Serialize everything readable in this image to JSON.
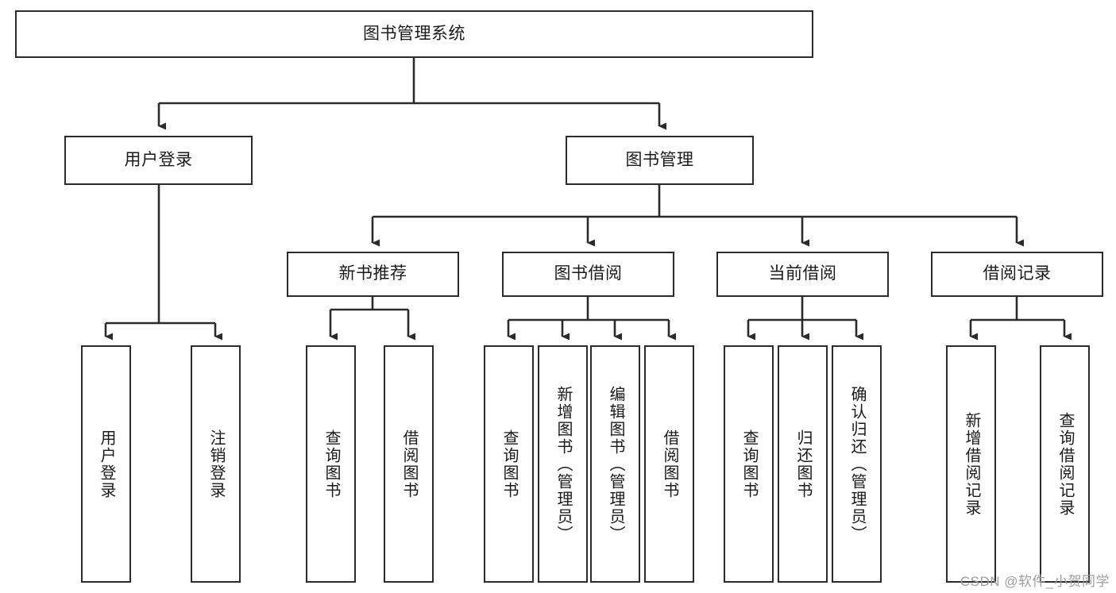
{
  "diagram": {
    "type": "tree-hierarchy",
    "title": "图书管理系统",
    "root": {
      "id": "root",
      "label": "图书管理系统",
      "orientation": "horizontal"
    },
    "level2": [
      {
        "id": "user-login",
        "label": "用户登录",
        "orientation": "horizontal"
      },
      {
        "id": "book-management",
        "label": "图书管理",
        "orientation": "horizontal"
      }
    ],
    "level3": [
      {
        "id": "new-book-recommend",
        "label": "新书推荐",
        "orientation": "horizontal",
        "parent": "book-management"
      },
      {
        "id": "book-borrow",
        "label": "图书借阅",
        "orientation": "horizontal",
        "parent": "book-management"
      },
      {
        "id": "current-borrow",
        "label": "当前借阅",
        "orientation": "horizontal",
        "parent": "book-management"
      },
      {
        "id": "borrow-record",
        "label": "借阅记录",
        "orientation": "horizontal",
        "parent": "book-management"
      }
    ],
    "leaves": [
      {
        "id": "leaf-user-login",
        "label": "用户登录",
        "parent": "user-login"
      },
      {
        "id": "leaf-user-logout",
        "label": "注销登录",
        "parent": "user-login"
      },
      {
        "id": "leaf-query-book-1",
        "label": "查询图书",
        "parent": "new-book-recommend"
      },
      {
        "id": "leaf-borrow-book-1",
        "label": "借阅图书",
        "parent": "new-book-recommend"
      },
      {
        "id": "leaf-query-book-2",
        "label": "查询图书",
        "parent": "book-borrow"
      },
      {
        "id": "leaf-add-book",
        "label": "新增图书（管理员）",
        "parent": "book-borrow"
      },
      {
        "id": "leaf-edit-book",
        "label": "编辑图书（管理员）",
        "parent": "book-borrow"
      },
      {
        "id": "leaf-borrow-book-2",
        "label": "借阅图书",
        "parent": "book-borrow"
      },
      {
        "id": "leaf-query-book-3",
        "label": "查询图书",
        "parent": "current-borrow"
      },
      {
        "id": "leaf-return-book",
        "label": "归还图书",
        "parent": "current-borrow"
      },
      {
        "id": "leaf-confirm-return",
        "label": "确认归还（管理员）",
        "parent": "current-borrow"
      },
      {
        "id": "leaf-add-record",
        "label": "新增借阅记录",
        "parent": "borrow-record"
      },
      {
        "id": "leaf-query-record",
        "label": "查询借阅记录",
        "parent": "borrow-record"
      }
    ],
    "colors": {
      "stroke": "#2b2b2b",
      "fill": "#ffffff",
      "text": "#1a1a1a",
      "watermark": "#9d9d9d"
    }
  },
  "watermark": {
    "text": "CSDN @软件_小贺同学"
  }
}
